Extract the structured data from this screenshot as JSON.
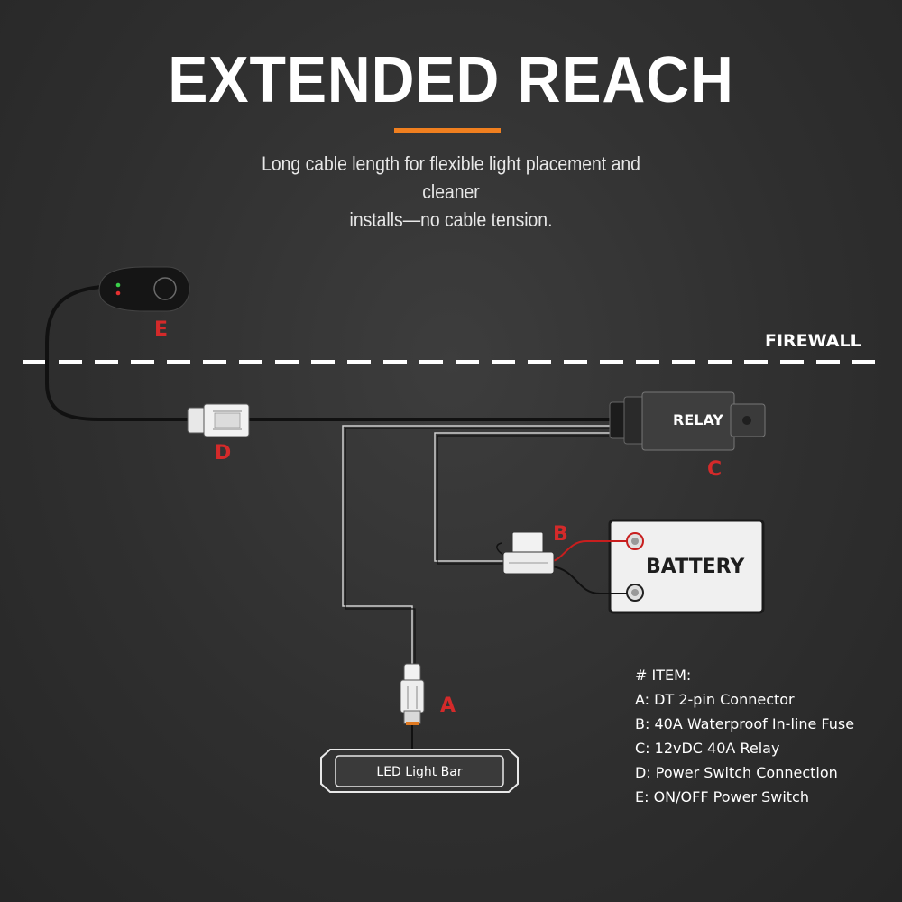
{
  "header": {
    "title": "EXTENDED REACH",
    "subtitle_line1": "Long cable length for flexible light placement and cleaner",
    "subtitle_line2": "installs—no cable tension.",
    "accent_color": "#f07f1f"
  },
  "diagram": {
    "firewall_label": "FIREWALL",
    "components": {
      "switch": {
        "letter": "E",
        "icon": "switch-icon"
      },
      "switch_connector": {
        "letter": "D",
        "icon": "connector-icon"
      },
      "relay": {
        "letter": "C",
        "label": "RELAY",
        "icon": "relay-icon"
      },
      "fuse": {
        "letter": "B",
        "icon": "fuse-icon"
      },
      "battery": {
        "label": "BATTERY",
        "icon": "battery-icon"
      },
      "dt_connector": {
        "letter": "A",
        "icon": "dt-connector-icon"
      },
      "light_bar": {
        "label": "LED Light Bar",
        "icon": "light-bar-icon"
      }
    },
    "letter_color": "#d42a2a",
    "wire_positive_color": "#c81e1e"
  },
  "legend": {
    "heading": "# ITEM:",
    "items": [
      "A: DT 2-pin Connector",
      "B: 40A Waterproof In-line Fuse",
      "C: 12vDC 40A Relay",
      "D: Power Switch Connection",
      "E: ON/OFF Power Switch"
    ]
  }
}
